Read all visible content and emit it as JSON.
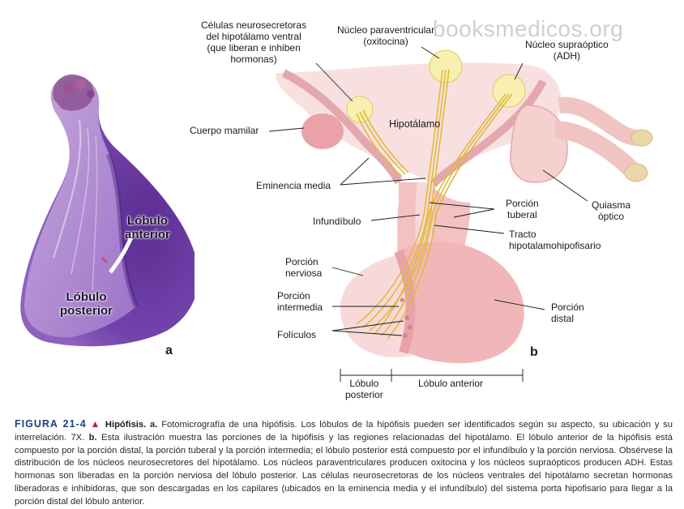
{
  "watermark": "booksmedicos.org",
  "panel_a": {
    "letter": "a",
    "label_anterior_1": "Lóbulo",
    "label_anterior_2": "anterior",
    "label_posterior_1": "Lóbulo",
    "label_posterior_2": "posterior"
  },
  "panel_b": {
    "letter": "b",
    "labels": {
      "celulas_1": "Células neurosecretoras",
      "celulas_2": "del hipotálamo ventral",
      "celulas_3": "(que liberan e inhiben",
      "celulas_4": "hormonas)",
      "paraventricular_1": "Núcleo paraventricular",
      "paraventricular_2": "(oxitocina)",
      "supraoptico_1": "Núcleo supraóptico",
      "supraoptico_2": "(ADH)",
      "hipotalamo": "Hipotálamo",
      "cuerpo_mamilar": "Cuerpo mamilar",
      "eminencia_media": "Eminencia media",
      "quiasma_1": "Quiasma",
      "quiasma_2": "óptico",
      "porcion_tuberal_1": "Porción",
      "porcion_tuberal_2": "tuberal",
      "infundibulo": "Infundíbulo",
      "tracto_1": "Tracto",
      "tracto_2": "hipotalamohipofisario",
      "porcion_nerviosa_1": "Porción",
      "porcion_nerviosa_2": "nerviosa",
      "porcion_intermedia_1": "Porción",
      "porcion_intermedia_2": "intermedia",
      "foliculos": "Folículos",
      "porcion_distal_1": "Porción",
      "porcion_distal_2": "distal",
      "lobulo_posterior_1": "Lóbulo",
      "lobulo_posterior_2": "posterior",
      "lobulo_anterior": "Lóbulo anterior"
    }
  },
  "caption": {
    "figure_label": "FIGURA 21-4",
    "triangle": "▲",
    "title": "Hipófisis.",
    "part_a_letter": "a.",
    "part_a_text": " Fotomicrografía de una hipófisis. Los lóbulos de la hipófisis pueden ser identificados según su aspecto, su ubicación y su interrelación. 7X. ",
    "part_b_letter": "b.",
    "part_b_text": " Esta ilustración muestra las porciones de la hipófisis y las regiones relacionadas del hipotálamo. El lóbulo anterior de la hipófisis está compuesto por la porción distal, la porción tuberal y la porción intermedia; el lóbulo posterior está compuesto por el infundíbulo y la porción nerviosa. Obsérvese la distribución de los núcleos neurosecretores del hipotálamo. Los núcleos paraventriculares producen oxitocina y los núcleos supraópticos producen ADH. Estas hormonas son liberadas en la porción nerviosa del lóbulo posterior. Las células neurosecretoras de los núcleos ventrales del hipotálamo secretan hormonas liberadoras e inhibidoras, que son descargadas en los capilares (ubicados en la eminencia media y el infundíbulo) del sistema porta hipofisario para llegar a la porción distal del lóbulo anterior."
  },
  "colors": {
    "stain_dark": "#6b3c9e",
    "stain_light": "#b48fd0",
    "tissue_pink": "#f4c7c6",
    "tissue_deep": "#eaa7ab",
    "nerve_yellow": "#e7c24b",
    "nucleus_fill": "#f8f0b0",
    "caption_blue": "#1e3f7a",
    "triangle_red": "#c0202a"
  }
}
